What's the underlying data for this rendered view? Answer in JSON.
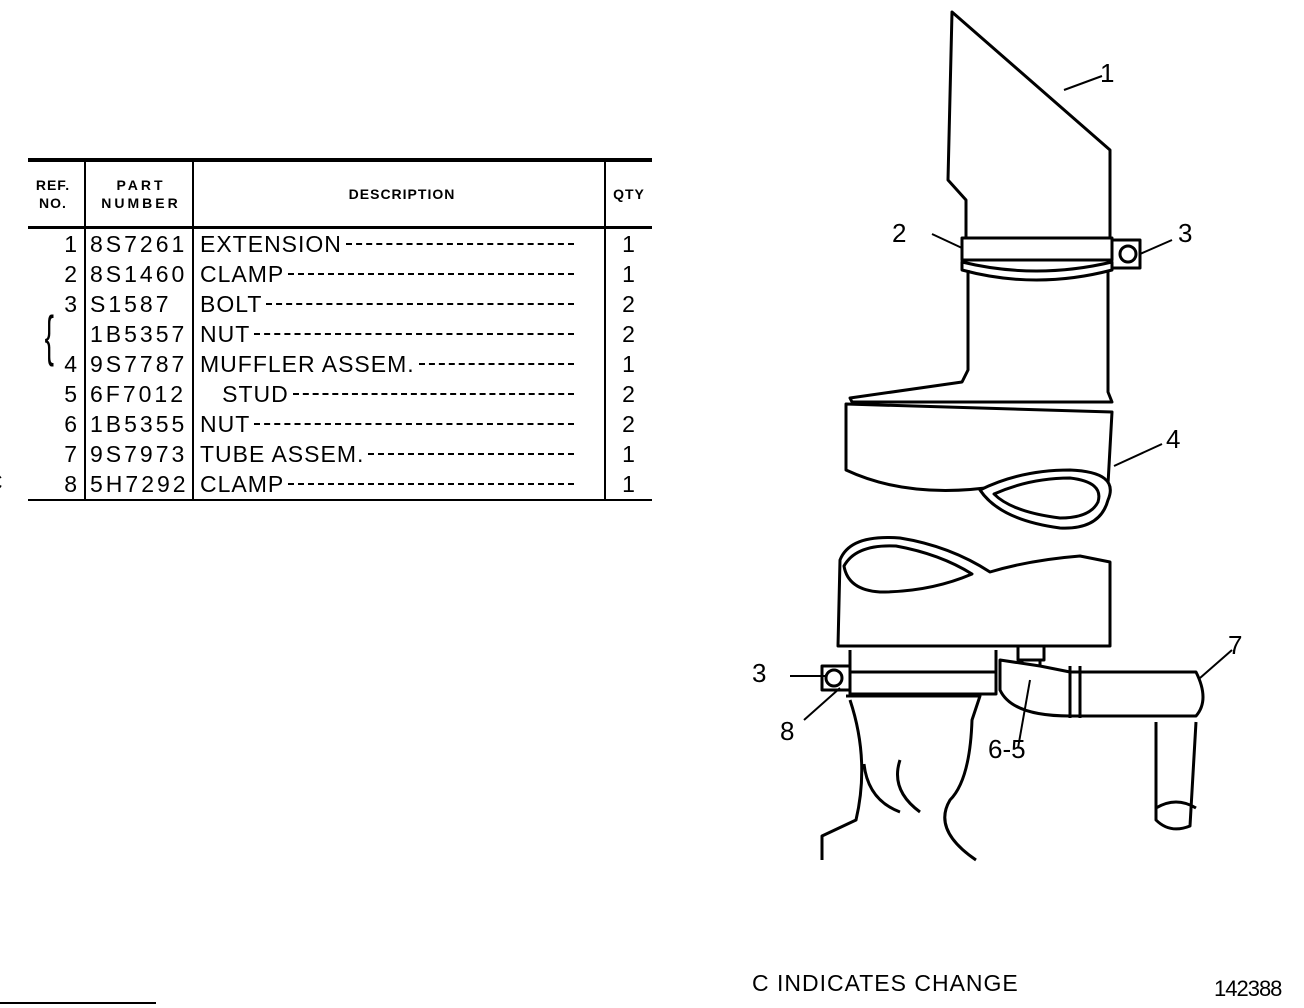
{
  "table": {
    "headers": {
      "ref": [
        "REF.",
        "NO."
      ],
      "part": [
        "PART",
        "NUMBER"
      ],
      "description": "DESCRIPTION",
      "qty": "QTY"
    },
    "rows": [
      {
        "change": "",
        "ref": "1",
        "part": "8S7261",
        "description": "EXTENSION",
        "qty": "1"
      },
      {
        "change": "",
        "ref": "2",
        "part": "8S1460",
        "description": "CLAMP",
        "qty": "1"
      },
      {
        "change": "",
        "ref": "3",
        "part": "S1587",
        "description": "BOLT",
        "qty": "2"
      },
      {
        "change": "",
        "ref": "",
        "part": "1B5357",
        "description": "NUT",
        "qty": "2"
      },
      {
        "change": "",
        "ref": "4",
        "part": "9S7787",
        "description": "MUFFLER ASSEM.",
        "qty": "1"
      },
      {
        "change": "",
        "ref": "5",
        "part": "6F7012",
        "description": "   STUD",
        "qty": "2"
      },
      {
        "change": "",
        "ref": "6",
        "part": "1B5355",
        "description": "NUT",
        "qty": "2"
      },
      {
        "change": "",
        "ref": "7",
        "part": "9S7973",
        "description": "TUBE ASSEM.",
        "qty": "1"
      },
      {
        "change": "C",
        "ref": "8",
        "part": "5H7292",
        "description": "CLAMP",
        "qty": "1"
      }
    ],
    "brace_symbol": "{"
  },
  "diagram": {
    "callouts": {
      "c1": "1",
      "c2": "2",
      "c3_top": "3",
      "c4": "4",
      "c3_bottom": "3",
      "c8": "8",
      "c65": "6-5",
      "c7": "7"
    }
  },
  "footer": {
    "change_note": "C INDICATES CHANGE",
    "figure_number": "142388"
  }
}
